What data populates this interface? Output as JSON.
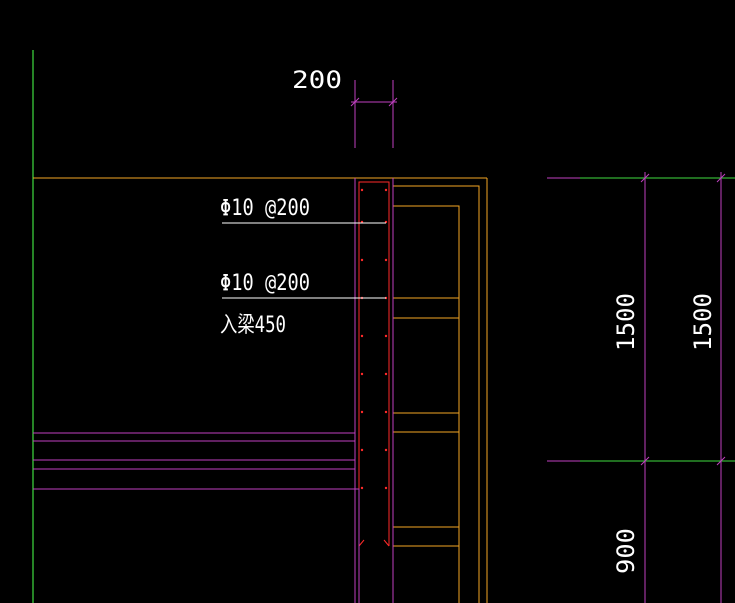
{
  "drawing": {
    "top_dimension": "200",
    "annotations": [
      {
        "text": "Φ10 @200"
      },
      {
        "text": "Φ10 @200"
      },
      {
        "text": "入梁450"
      }
    ],
    "right_dimensions": [
      "1500",
      "1500",
      "900"
    ]
  },
  "colors": {
    "background": "#000000",
    "orange": "#f5a623",
    "magenta": "#c040c0",
    "green": "#3fdc3f",
    "red": "#ff2a2a",
    "white": "#ffffff"
  }
}
